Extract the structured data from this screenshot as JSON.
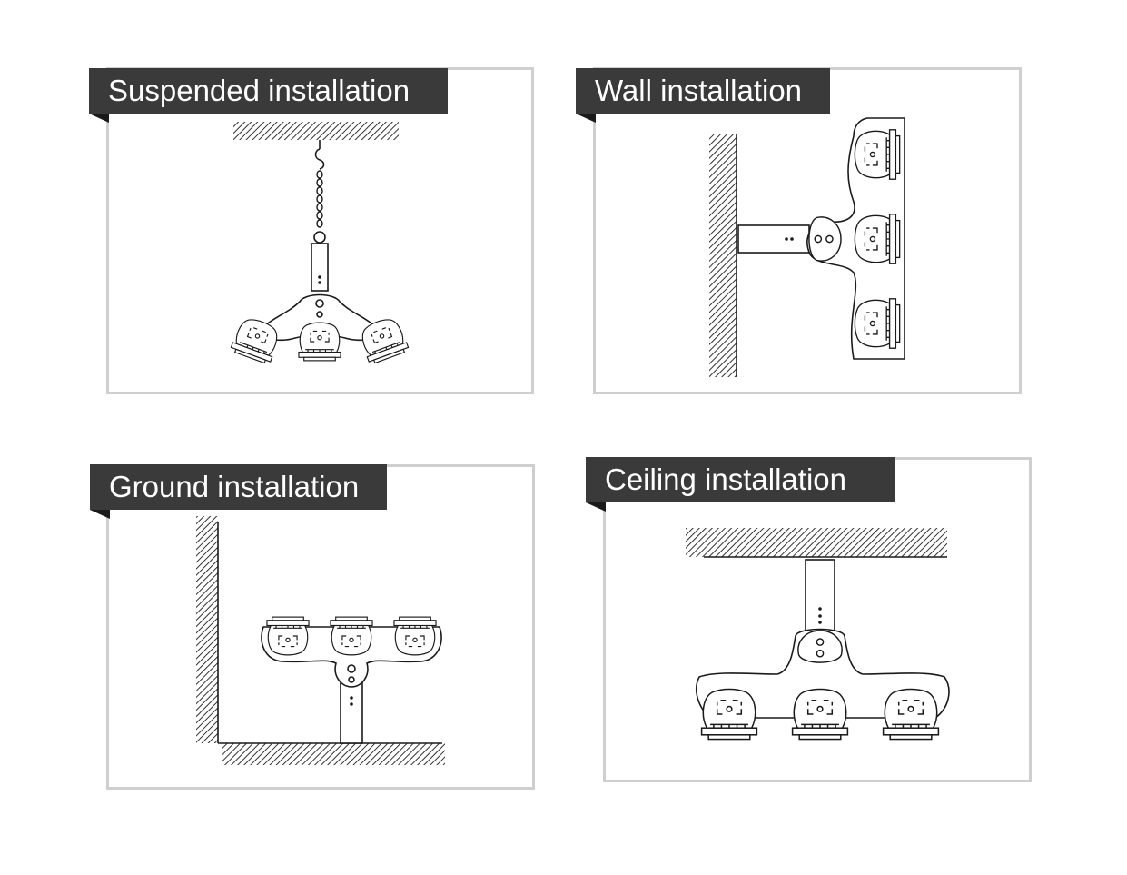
{
  "panels": [
    {
      "id": "suspended",
      "label": "Suspended installation"
    },
    {
      "id": "wall",
      "label": "Wall installation"
    },
    {
      "id": "ground",
      "label": "Ground installation"
    },
    {
      "id": "ceiling",
      "label": "Ceiling installation"
    }
  ],
  "colors": {
    "label_bg": "#3a3a3a",
    "label_text": "#ffffff",
    "border": "#cfcfcf",
    "line": "#1a1a1a"
  }
}
